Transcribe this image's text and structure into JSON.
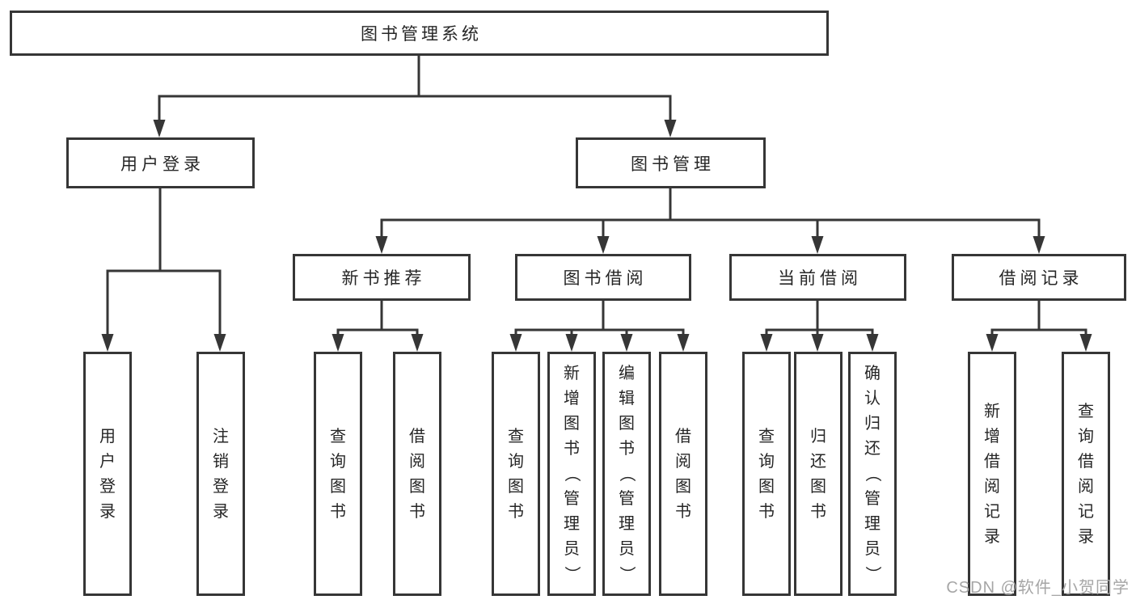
{
  "diagram": {
    "root": {
      "label": "图书管理系统"
    },
    "level2": [
      {
        "label": "用户登录"
      },
      {
        "label": "图书管理"
      }
    ],
    "level3": [
      {
        "label": "新书推荐"
      },
      {
        "label": "图书借阅"
      },
      {
        "label": "当前借阅"
      },
      {
        "label": "借阅记录"
      }
    ],
    "leaves": {
      "user_login": [
        "用户登录",
        "注销登录"
      ],
      "new_book_recommend": [
        "查询图书",
        "借阅图书"
      ],
      "book_borrow": [
        "查询图书",
        "新增图书（管理员）",
        "编辑图书（管理员）",
        "借阅图书"
      ],
      "current_borrow": [
        "查询图书",
        "归还图书",
        "确认归还（管理员）"
      ],
      "borrow_record": [
        "新增借阅记录",
        "查询借阅记录"
      ]
    }
  },
  "watermark": {
    "text": "CSDN @软件_小贺同学"
  },
  "colors": {
    "line": "#363636",
    "text": "#262626",
    "watermark": "#a6a6a6",
    "background": "#ffffff"
  }
}
